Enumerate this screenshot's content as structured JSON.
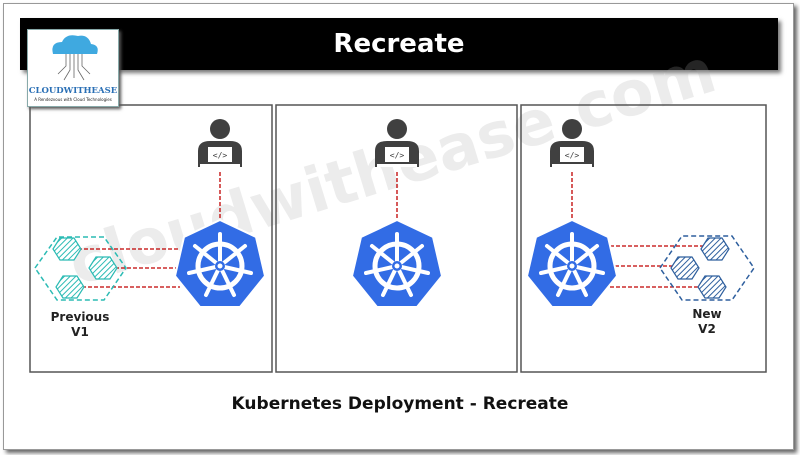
{
  "title": "Recreate",
  "logo": {
    "name": "CLOUDWITHEASE",
    "tagline": "A Rendezvous with Cloud Technologies"
  },
  "watermark": "cloudwithease.com",
  "panels": [
    {
      "pods_label_1": "Previous",
      "pods_label_2": "V1",
      "pods_color": "#2bbbb4"
    },
    {},
    {
      "pods_label_1": "New",
      "pods_label_2": "V2",
      "pods_color": "#2e5f9e"
    }
  ],
  "caption": "Kubernetes Deployment - Recreate",
  "colors": {
    "kubernetes": "#326ce5",
    "link": "#c00000",
    "user": "#404040"
  },
  "icons": [
    "user-developer-icon",
    "kubernetes-icon",
    "pod-icon"
  ]
}
